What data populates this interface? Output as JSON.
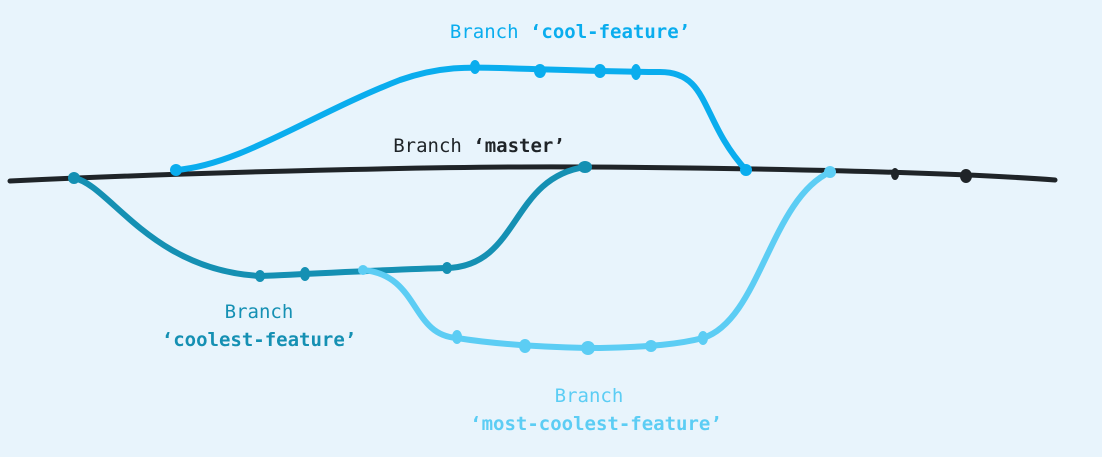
{
  "colors": {
    "background": "#e8f4fc",
    "master": "#1f2428",
    "cool_feature": "#0aadee",
    "coolest_feature": "#1590b3",
    "most_coolest_feature": "#5ccdf4"
  },
  "branches": {
    "master": {
      "prefix": "Branch ",
      "name": "‘master’"
    },
    "cool_feature": {
      "prefix": "Branch ",
      "name": "‘cool-feature’"
    },
    "coolest_feature": {
      "prefix": "Branch",
      "name": "‘coolest-feature’"
    },
    "most_coolest_feature": {
      "prefix": "Branch",
      "name": "‘most-coolest-feature’"
    }
  }
}
